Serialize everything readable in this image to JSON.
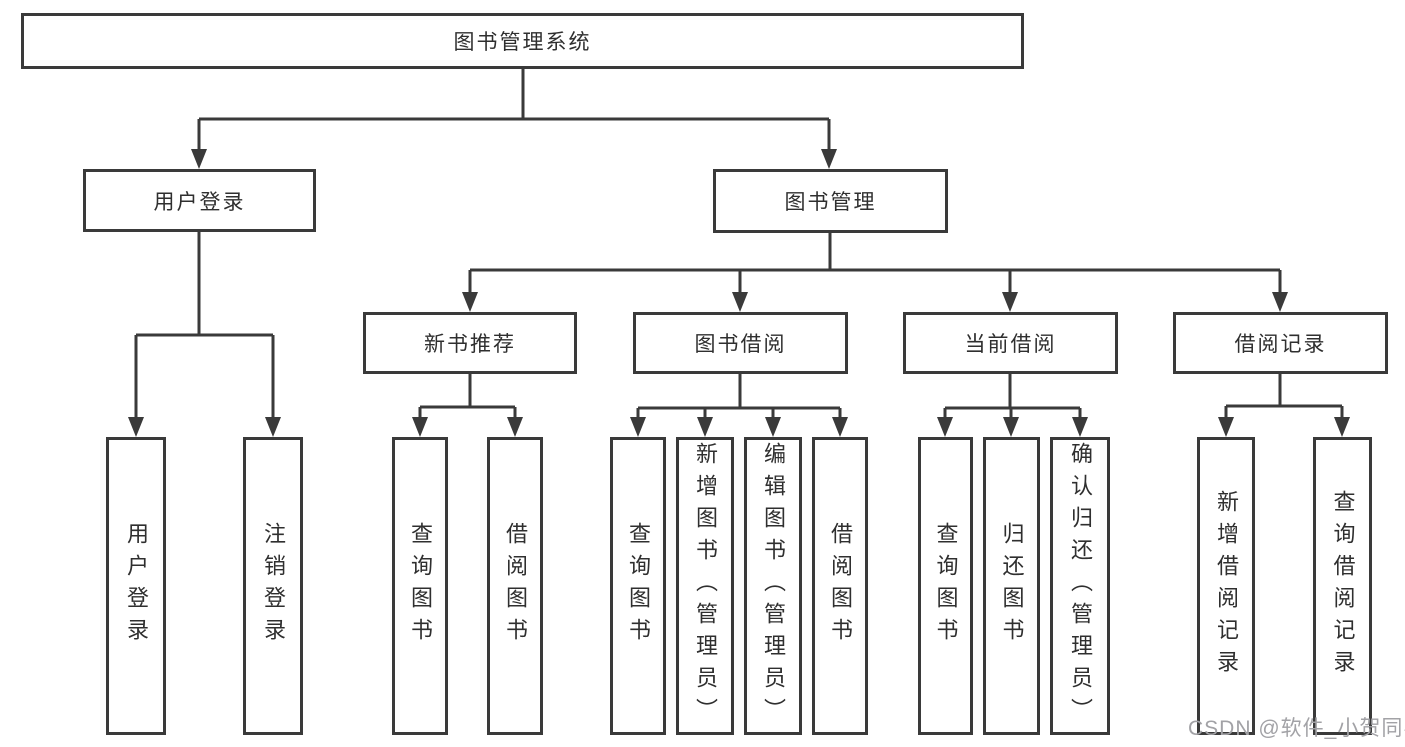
{
  "diagram_title": "图书管理系统",
  "tree": {
    "label": "图书管理系统",
    "children": [
      {
        "label": "用户登录",
        "children": [
          {
            "label": "用户登录"
          },
          {
            "label": "注销登录"
          }
        ]
      },
      {
        "label": "图书管理",
        "children": [
          {
            "label": "新书推荐",
            "children": [
              {
                "label": "查询图书"
              },
              {
                "label": "借阅图书"
              }
            ]
          },
          {
            "label": "图书借阅",
            "children": [
              {
                "label": "查询图书"
              },
              {
                "label": "新增图书（管理员）"
              },
              {
                "label": "编辑图书（管理员）"
              },
              {
                "label": "借阅图书"
              }
            ]
          },
          {
            "label": "当前借阅",
            "children": [
              {
                "label": "查询图书"
              },
              {
                "label": "归还图书"
              },
              {
                "label": "确认归还（管理员）"
              }
            ]
          },
          {
            "label": "借阅记录",
            "children": [
              {
                "label": "新增借阅记录"
              },
              {
                "label": "查询借阅记录"
              }
            ]
          }
        ]
      }
    ]
  },
  "watermark": {
    "text": "CSDN @软件_小贺同学"
  },
  "colors": {
    "background": "#ffffff",
    "line": "#3a3a3a",
    "box_border": "#3a3a3a",
    "text": "#2f2f2f",
    "watermark": "#a2a2a6"
  }
}
